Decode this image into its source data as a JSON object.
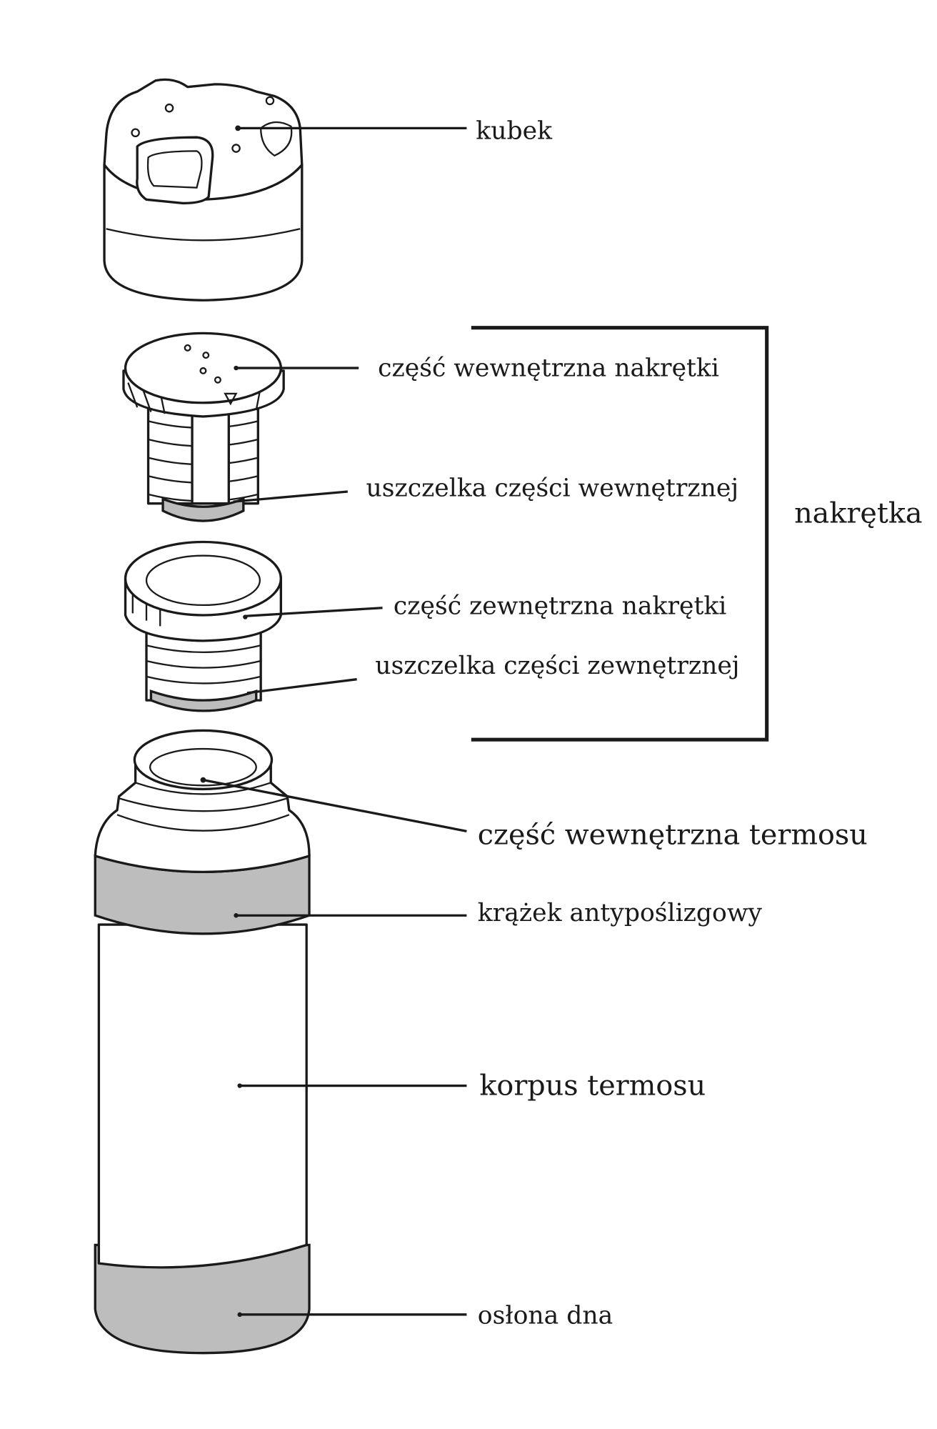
{
  "diagram": {
    "labels": {
      "cup": "kubek",
      "cap_inner_part": "część wewnętrzna nakrętki",
      "cap_inner_gasket": "uszczelka części wewnętrznej",
      "cap_outer_part": "część zewnętrzna nakrętki",
      "cap_outer_gasket": "uszczelka części zewnętrznej",
      "cap_group": "nakrętka",
      "flask_inner_part": "część wewnętrzna termosu",
      "anti_slip_ring": "krążek antypoślizgowy",
      "flask_body": "korpus termosu",
      "bottom_cover": "osłona dna"
    }
  }
}
